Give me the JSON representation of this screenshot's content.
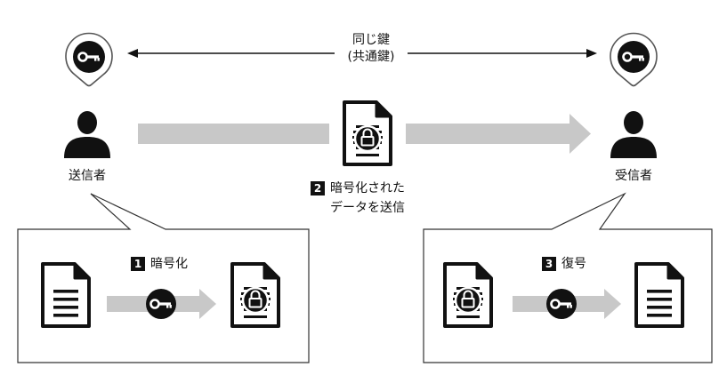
{
  "shared_key": {
    "line1": "同じ鍵",
    "line2": "(共通鍵)"
  },
  "sender": {
    "label": "送信者"
  },
  "receiver": {
    "label": "受信者"
  },
  "transmit": {
    "number": "2",
    "line1": "暗号化された",
    "line2": "データを送信"
  },
  "encrypt_step": {
    "number": "1",
    "label": "暗号化"
  },
  "decrypt_step": {
    "number": "3",
    "label": "復号"
  },
  "icons": [
    "key-icon",
    "person-icon",
    "document-icon",
    "locked-document-icon",
    "padlock-icon"
  ],
  "colors": {
    "ink": "#111111",
    "arrow_gray": "#c8c8c8",
    "box_border": "#333333"
  }
}
